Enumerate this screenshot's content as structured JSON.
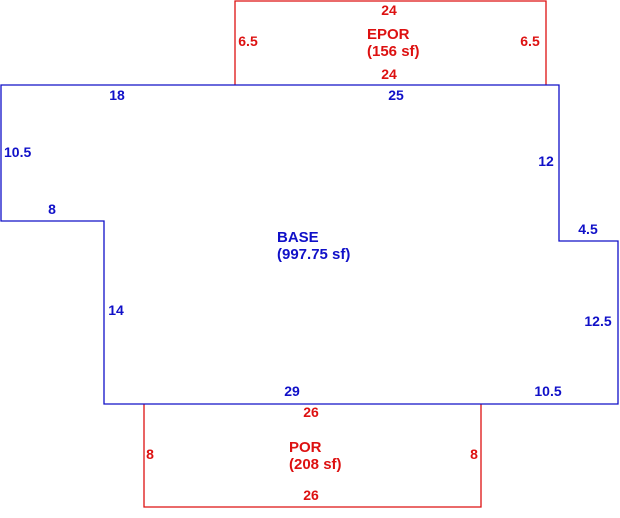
{
  "colors": {
    "base": "#1010c8",
    "porch": "#dd1111",
    "background": "#ffffff"
  },
  "areas": {
    "epor": {
      "name": "EPOR",
      "area": "(156 sf)",
      "dims": {
        "top": "24",
        "left": "6.5",
        "right": "6.5",
        "bottom": "24"
      }
    },
    "base": {
      "name": "BASE",
      "area": "(997.75 sf)",
      "dims": {
        "top_left": "18",
        "top_right": "25",
        "left": "10.5",
        "right_upper": "12",
        "notch_bottom": "8",
        "right_step": "4.5",
        "left_lower": "14",
        "right_lower": "12.5",
        "bottom": "29",
        "bottom_right": "10.5"
      }
    },
    "por": {
      "name": "POR",
      "area": "(208 sf)",
      "dims": {
        "top": "26",
        "left": "8",
        "right": "8",
        "bottom": "26"
      }
    }
  }
}
